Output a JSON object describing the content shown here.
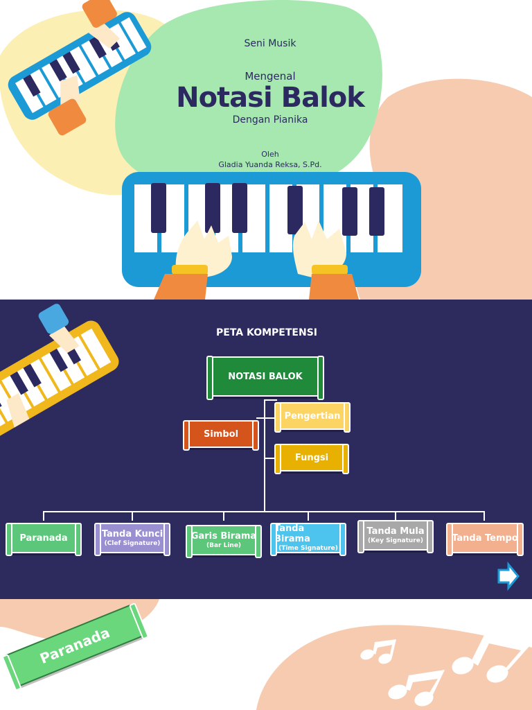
{
  "slide1": {
    "subject": "Seni Musik",
    "pre_title": "Mengenal",
    "title": "Notasi Balok",
    "subtitle": "Dengan Pianika",
    "by_label": "Oleh",
    "author": "Gladia Yuanda Reksa, S.Pd.",
    "colors": {
      "green_blob": "#a6e8b0",
      "yellow_blob": "#fcefb4",
      "peach_blob": "#f6cbb0",
      "pianika_blue": "#1c9ad6",
      "title_navy": "#2b2960"
    }
  },
  "slide2": {
    "heading": "PETA KOMPETENSI",
    "root": "NOTASI BALOK",
    "left_branch": "Simbol",
    "right_branches": [
      "Pengertian",
      "Fungsi"
    ],
    "bottom": [
      {
        "label": "Paranada",
        "sub": ""
      },
      {
        "label": "Tanda Kunci",
        "sub": "(Clef Signature)"
      },
      {
        "label": "Garis Birama",
        "sub": "(Bar Line)"
      },
      {
        "label": "Tanda Birama",
        "sub": "(Time Signature)"
      },
      {
        "label": "Tanda Mula",
        "sub": "(Key Signature)"
      },
      {
        "label": "Tanda Tempo",
        "sub": ""
      }
    ],
    "next_icon": "arrow-right-icon",
    "colors": {
      "background": "#2d2a5e",
      "root": "#1f8a3a",
      "simbol": "#d4541c",
      "pengertian": "#fcd464",
      "fungsi": "#e8b000"
    }
  },
  "slide3": {
    "banner": "Paranada",
    "colors": {
      "banner": "#6ad77d",
      "peach": "#f6cbb0"
    }
  }
}
